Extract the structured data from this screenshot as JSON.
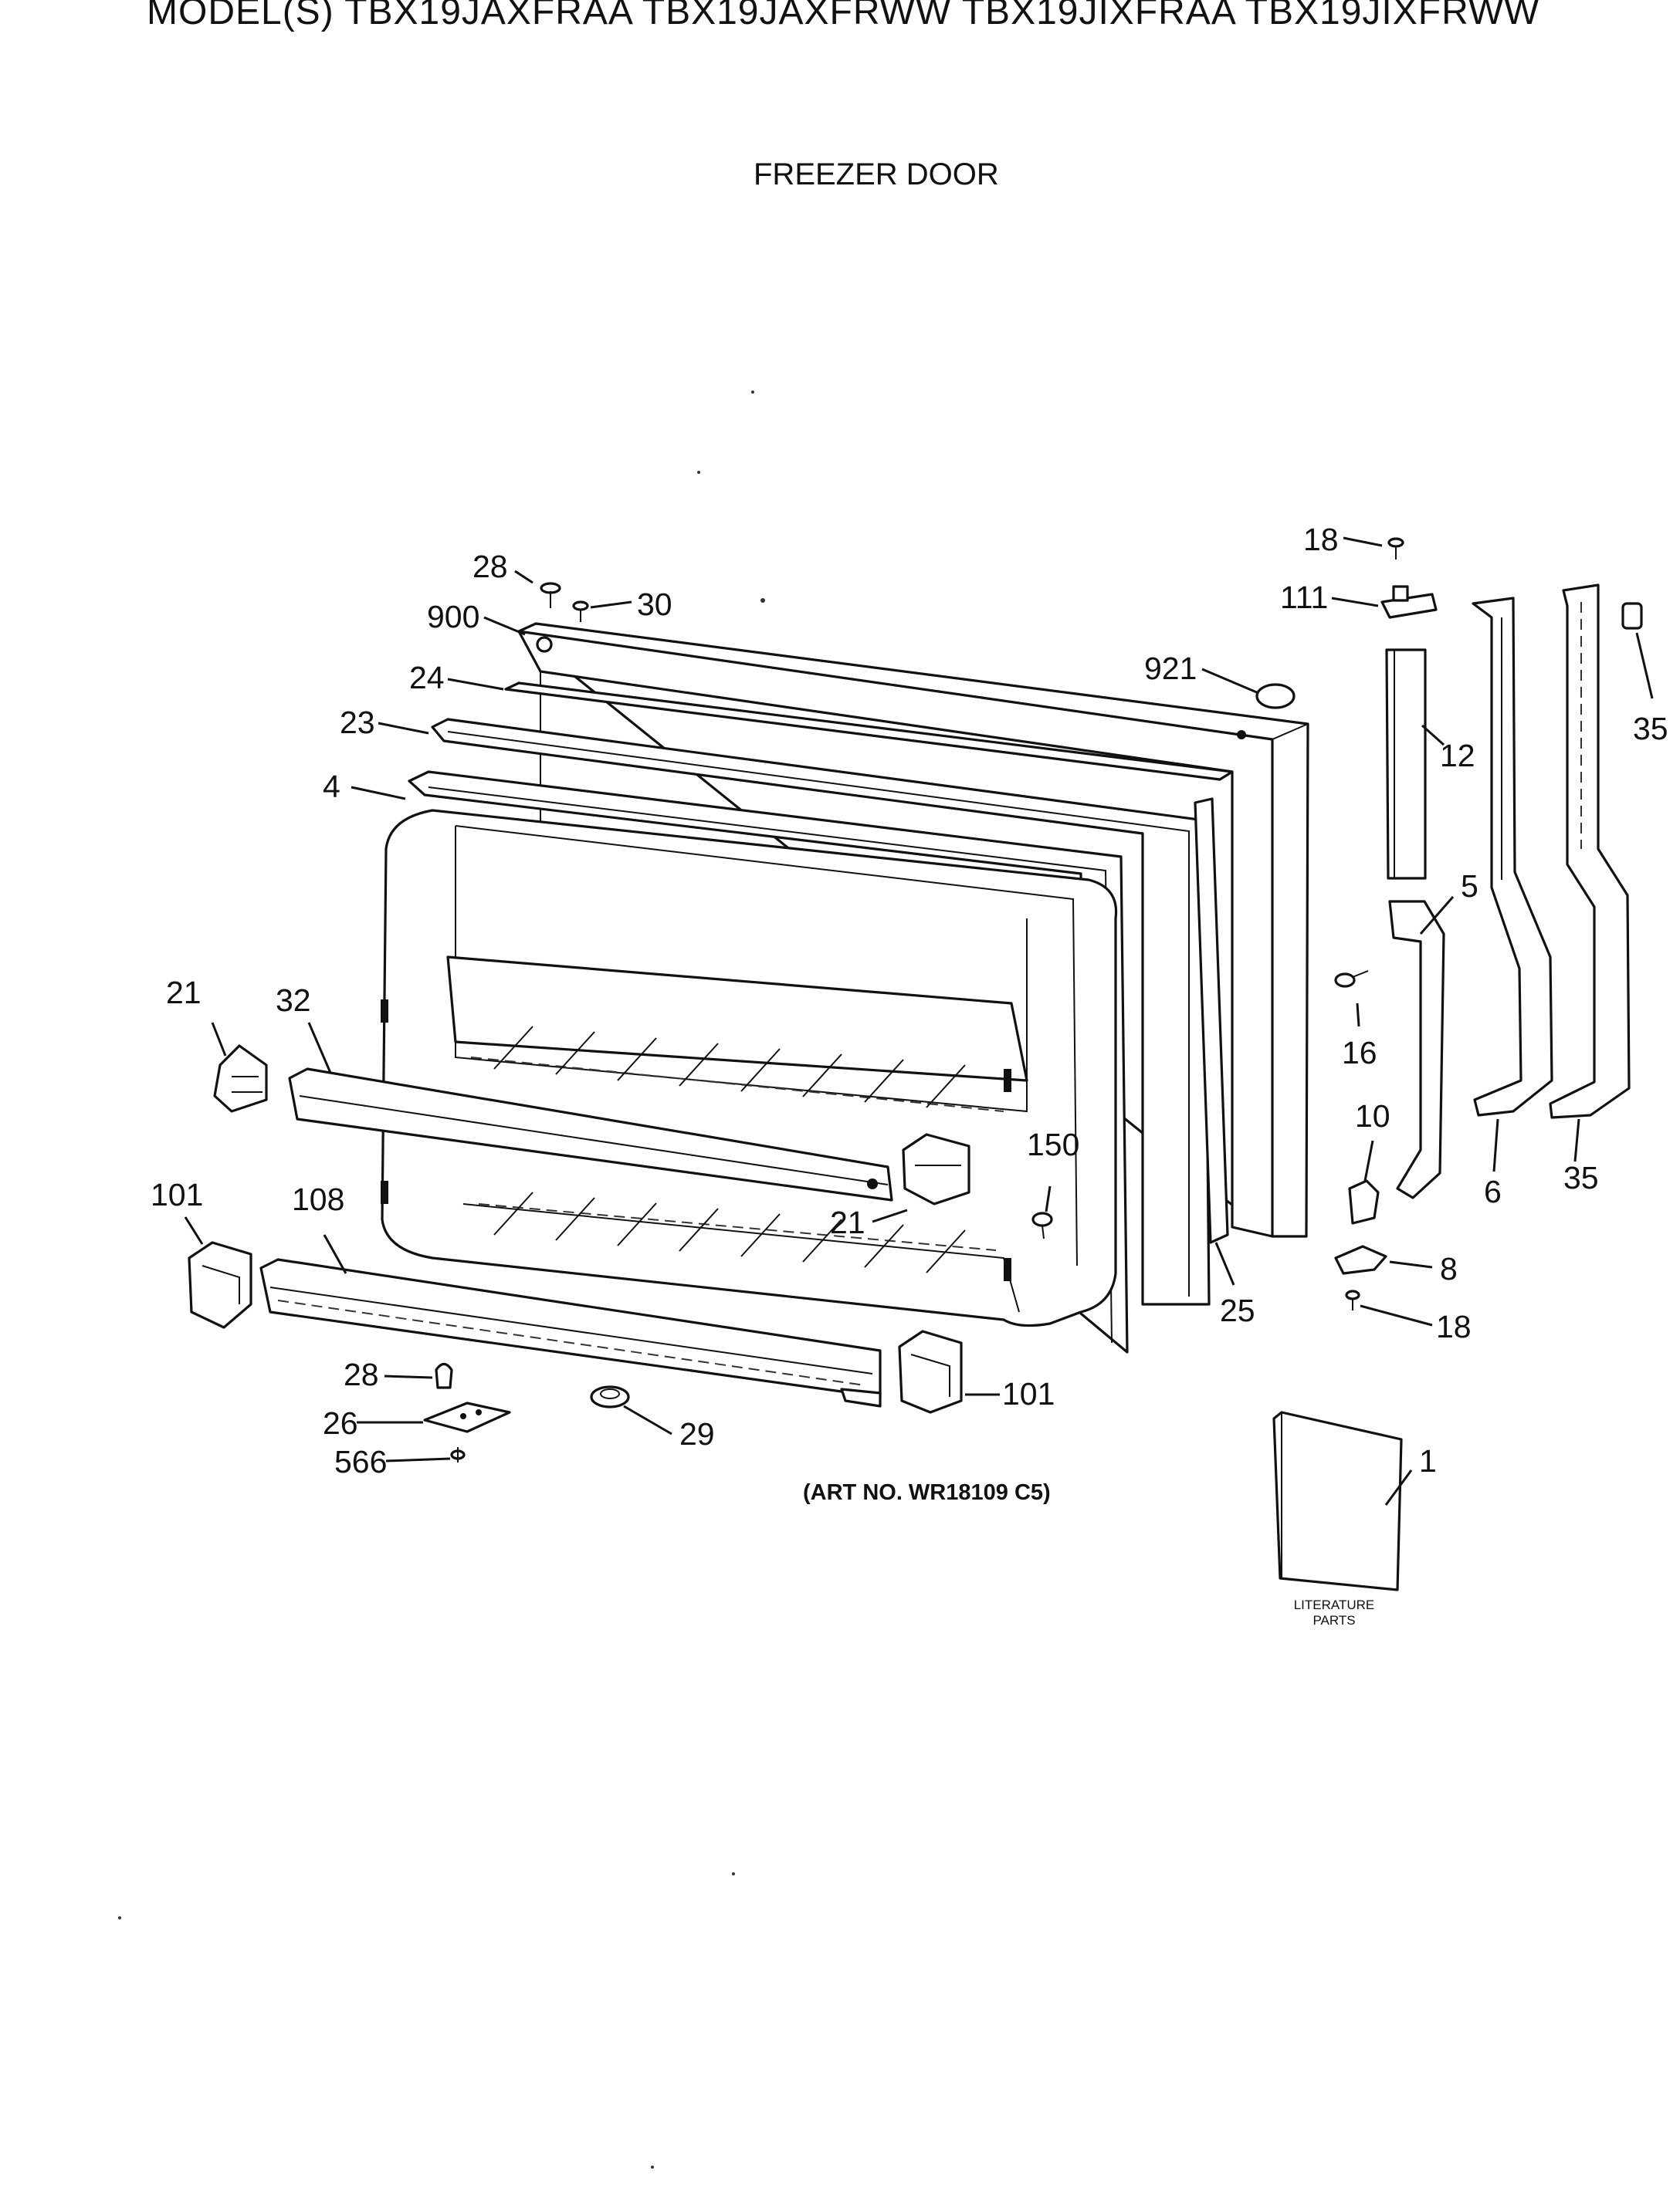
{
  "header": {
    "model_line": "MODEL(S) TBX19JAXFRAA  TBX19JAXFRWW  TBX19JIXFRAA  TBX19JIXFRWW",
    "section_title": "FREEZER DOOR"
  },
  "footer": {
    "art_number": "(ART NO. WR18109 C5)",
    "literature_label_line1": "LITERATURE",
    "literature_label_line2": "PARTS"
  },
  "callouts": [
    {
      "id": "c28a",
      "label": "28"
    },
    {
      "id": "c30",
      "label": "30"
    },
    {
      "id": "c900",
      "label": "900"
    },
    {
      "id": "c24",
      "label": "24"
    },
    {
      "id": "c23",
      "label": "23"
    },
    {
      "id": "c4",
      "label": "4"
    },
    {
      "id": "c921",
      "label": "921"
    },
    {
      "id": "c18a",
      "label": "18"
    },
    {
      "id": "c111",
      "label": "111"
    },
    {
      "id": "c12",
      "label": "12"
    },
    {
      "id": "c35a",
      "label": "35"
    },
    {
      "id": "c5",
      "label": "5"
    },
    {
      "id": "c16",
      "label": "16"
    },
    {
      "id": "c10",
      "label": "10"
    },
    {
      "id": "c6",
      "label": "6"
    },
    {
      "id": "c35b",
      "label": "35"
    },
    {
      "id": "c8",
      "label": "8"
    },
    {
      "id": "c18b",
      "label": "18"
    },
    {
      "id": "c25",
      "label": "25"
    },
    {
      "id": "c21a",
      "label": "21"
    },
    {
      "id": "c32",
      "label": "32"
    },
    {
      "id": "c150",
      "label": "150"
    },
    {
      "id": "c21b",
      "label": "21"
    },
    {
      "id": "c101a",
      "label": "101"
    },
    {
      "id": "c108",
      "label": "108"
    },
    {
      "id": "c28b",
      "label": "28"
    },
    {
      "id": "c26",
      "label": "26"
    },
    {
      "id": "c566",
      "label": "566"
    },
    {
      "id": "c29",
      "label": "29"
    },
    {
      "id": "c101b",
      "label": "101"
    },
    {
      "id": "c1",
      "label": "1"
    }
  ]
}
